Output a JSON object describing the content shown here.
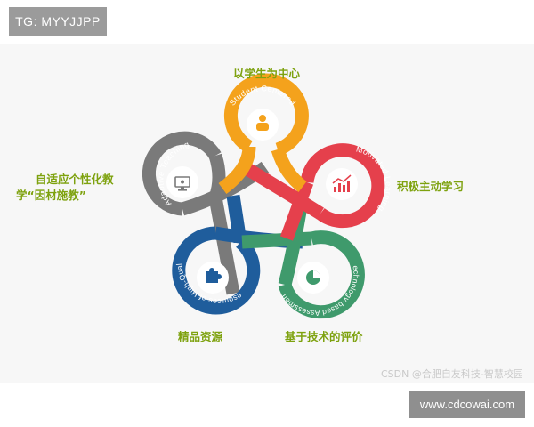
{
  "watermark": {
    "label": "TG: MYYJJPP"
  },
  "site": {
    "url": "www.cdcowai.com"
  },
  "credit": "CSDN @合肥自友科技-智慧校园",
  "petals": [
    {
      "key": "student",
      "en": "Student Centered",
      "cn": "以学生为中心",
      "color": "#f4a21c",
      "icon": "people-icon"
    },
    {
      "key": "motivated",
      "en": "Motivated Learning",
      "cn": "积极主动学习",
      "color": "#e5404c",
      "icon": "bar-chart-icon"
    },
    {
      "key": "assessment",
      "en": "Technology-based Assessment",
      "cn": "基于技术的评价",
      "color": "#3f9a6c",
      "icon": "pie-chart-icon"
    },
    {
      "key": "resources",
      "en": "Resources of High-Quality",
      "cn": "精品资源",
      "color": "#1f5d9c",
      "icon": "puzzle-icon"
    },
    {
      "key": "adaptive",
      "en": "Adaptive Teaching",
      "cn_line1": "自适应个性化教",
      "cn_line2": "学“因材施教”",
      "color": "#7a7a7a",
      "icon": "monitor-icon"
    }
  ]
}
